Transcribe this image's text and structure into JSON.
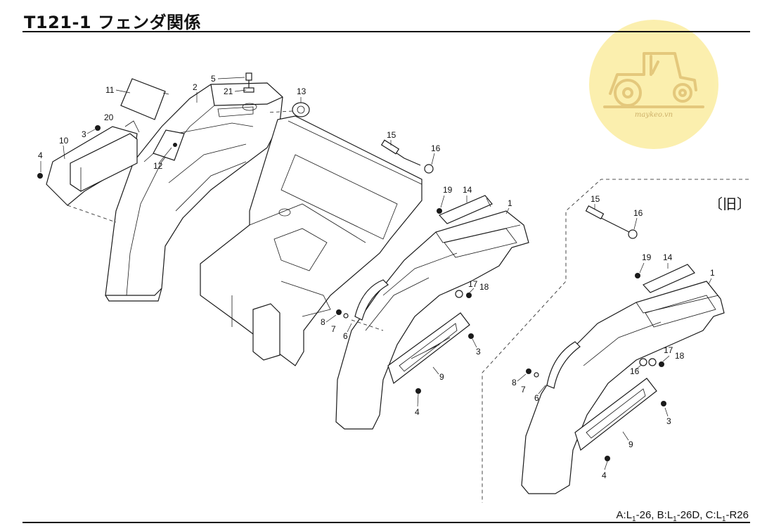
{
  "header": {
    "title": "T121-1 フェンダ関係"
  },
  "footer": {
    "model_note": {
      "a_prefix": "A:L",
      "a_sub": "1",
      "a_suffix": "-26,",
      "b_prefix": "B:L",
      "b_sub": "1",
      "b_suffix": "-26D,",
      "c_prefix": "C:L",
      "c_sub": "1",
      "c_suffix": "-R26"
    }
  },
  "old_version_label": "〔旧〕",
  "watermark": {
    "text": "maykeo.vn",
    "color": "#fbeea6",
    "icon": "tractor-icon"
  },
  "callouts": {
    "main": [
      "11",
      "2",
      "5",
      "21",
      "13",
      "20",
      "3",
      "10",
      "4",
      "12",
      "15",
      "16",
      "19",
      "14",
      "1",
      "17",
      "18",
      "8",
      "7",
      "6",
      "3",
      "9",
      "4"
    ],
    "old": [
      "15",
      "16",
      "19",
      "14",
      "1",
      "17",
      "18",
      "16",
      "8",
      "7",
      "6",
      "3",
      "9",
      "4"
    ]
  }
}
